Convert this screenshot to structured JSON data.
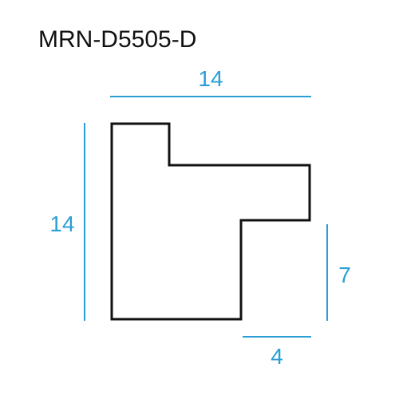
{
  "title": "MRN-D5505-D",
  "colors": {
    "outline": "#111111",
    "dimension": "#2a9fd6",
    "background": "#ffffff"
  },
  "dimensions": {
    "top_width": "14",
    "left_height": "14",
    "right_height": "7",
    "bottom_width": "4"
  }
}
